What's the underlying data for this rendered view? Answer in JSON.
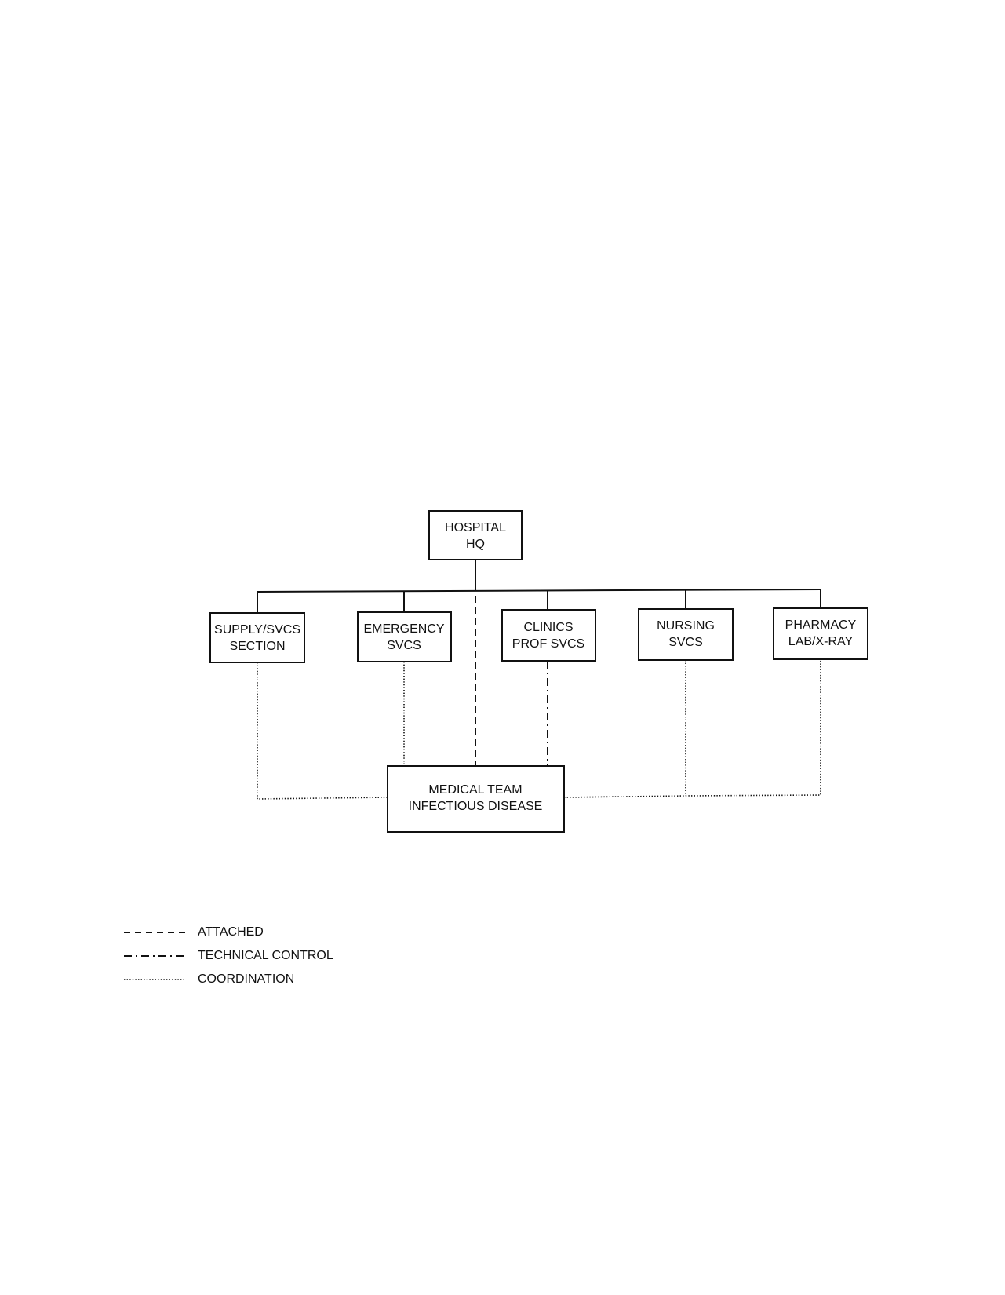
{
  "org_chart": {
    "headquarters": {
      "line1": "HOSPITAL",
      "line2": "HQ"
    },
    "sections": [
      {
        "line1": "SUPPLY/SVCS",
        "line2": "SECTION"
      },
      {
        "line1": "EMERGENCY",
        "line2": "SVCS"
      },
      {
        "line1": "CLINICS",
        "line2": "PROF SVCS"
      },
      {
        "line1": "NURSING",
        "line2": "SVCS"
      },
      {
        "line1": "PHARMACY",
        "line2": "LAB/X-RAY"
      }
    ],
    "team": {
      "line1": "MEDICAL TEAM",
      "line2": "INFECTIOUS DISEASE"
    }
  },
  "legend": {
    "attached": "ATTACHED",
    "technical_control": "TECHNICAL CONTROL",
    "coordination": "COORDINATION"
  }
}
